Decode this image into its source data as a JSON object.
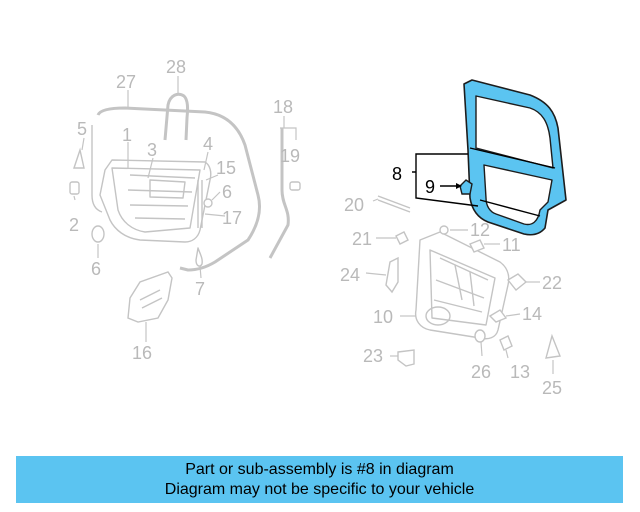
{
  "callouts": {
    "c1": "1",
    "c2": "2",
    "c3": "3",
    "c4": "4",
    "c5": "5",
    "c6a": "6",
    "c6b": "6",
    "c7": "7",
    "c8": "8",
    "c9": "9",
    "c10": "10",
    "c11": "11",
    "c12": "12",
    "c13": "13",
    "c14": "14",
    "c15": "15",
    "c16": "16",
    "c17": "17",
    "c18": "18",
    "c19": "19",
    "c20": "20",
    "c21": "21",
    "c22": "22",
    "c23": "23",
    "c24": "24",
    "c25": "25",
    "c26": "26",
    "c27": "27",
    "c28": "28"
  },
  "highlight_color": "#5bc4f1",
  "banner": {
    "line1": "Part or sub-assembly is #8 in diagram",
    "line2": "Diagram may not be specific to your vehicle"
  }
}
